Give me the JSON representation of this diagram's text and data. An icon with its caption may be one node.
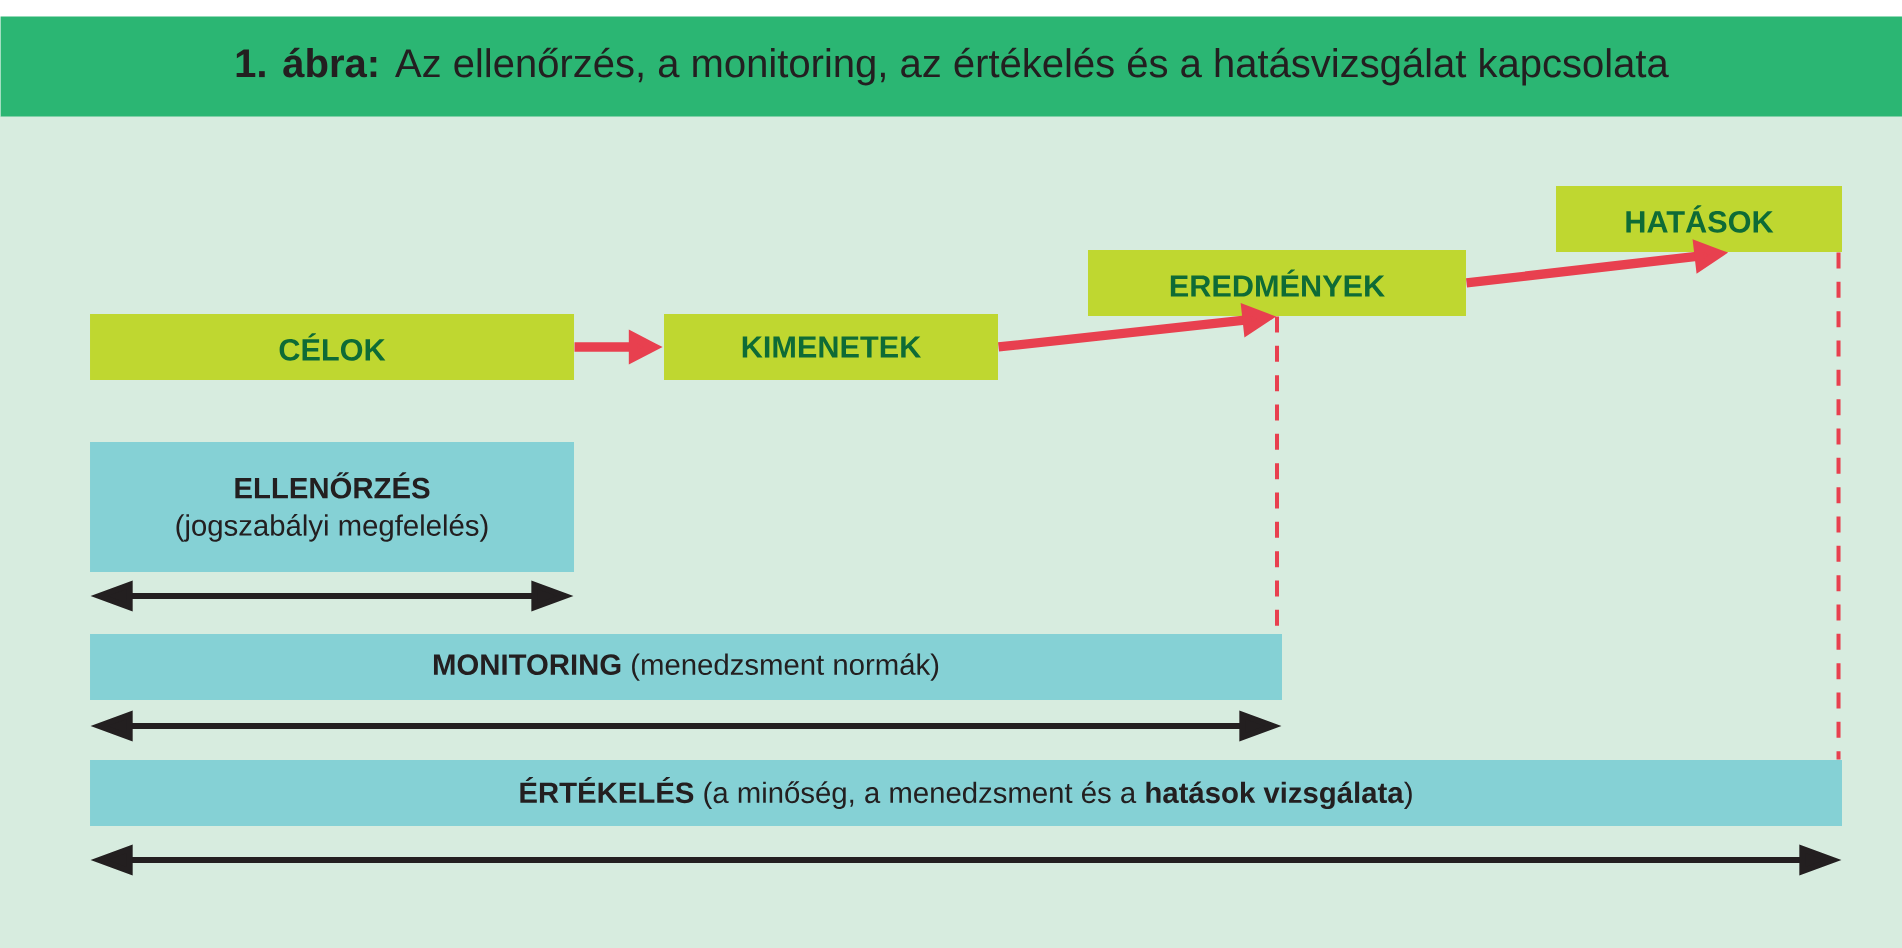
{
  "diagram": {
    "title": "**1. ábra:** Az ellenőrzés, a monitoring, az értékelés és a hatásvizsgálat kapcsolata",
    "nodes": [
      {
        "text": [
          "CÉLOK"
        ]
      },
      {
        "text": [
          "KIMENETEK"
        ]
      },
      {
        "text": [
          "EREDMÉNYEK"
        ]
      },
      {
        "text": [
          "HATÁSOK"
        ]
      },
      {
        "text": [
          "ELLENŐRZÉS",
          "(jogszabályi megfelelés)"
        ]
      },
      {
        "text": [
          "**MONITORING** (menedzsment normák)"
        ]
      },
      {
        "text": [
          "**ÉRTÉKELÉS** (a minőség, a menedzsment és a **hatások vizsgálata**)"
        ]
      }
    ],
    "edges": [
      {
        "from": 0,
        "to": 1,
        "arrow": "to"
      },
      {
        "from": 1,
        "to": 2,
        "arrow": "to"
      },
      {
        "from": 2,
        "to": 3,
        "arrow": "to"
      },
      {
        "from": 2,
        "to": 5,
        "arrow": "none",
        "style": "dashed"
      },
      {
        "from": 3,
        "to": 6,
        "arrow": "none",
        "style": "dashed"
      }
    ]
  }
}
